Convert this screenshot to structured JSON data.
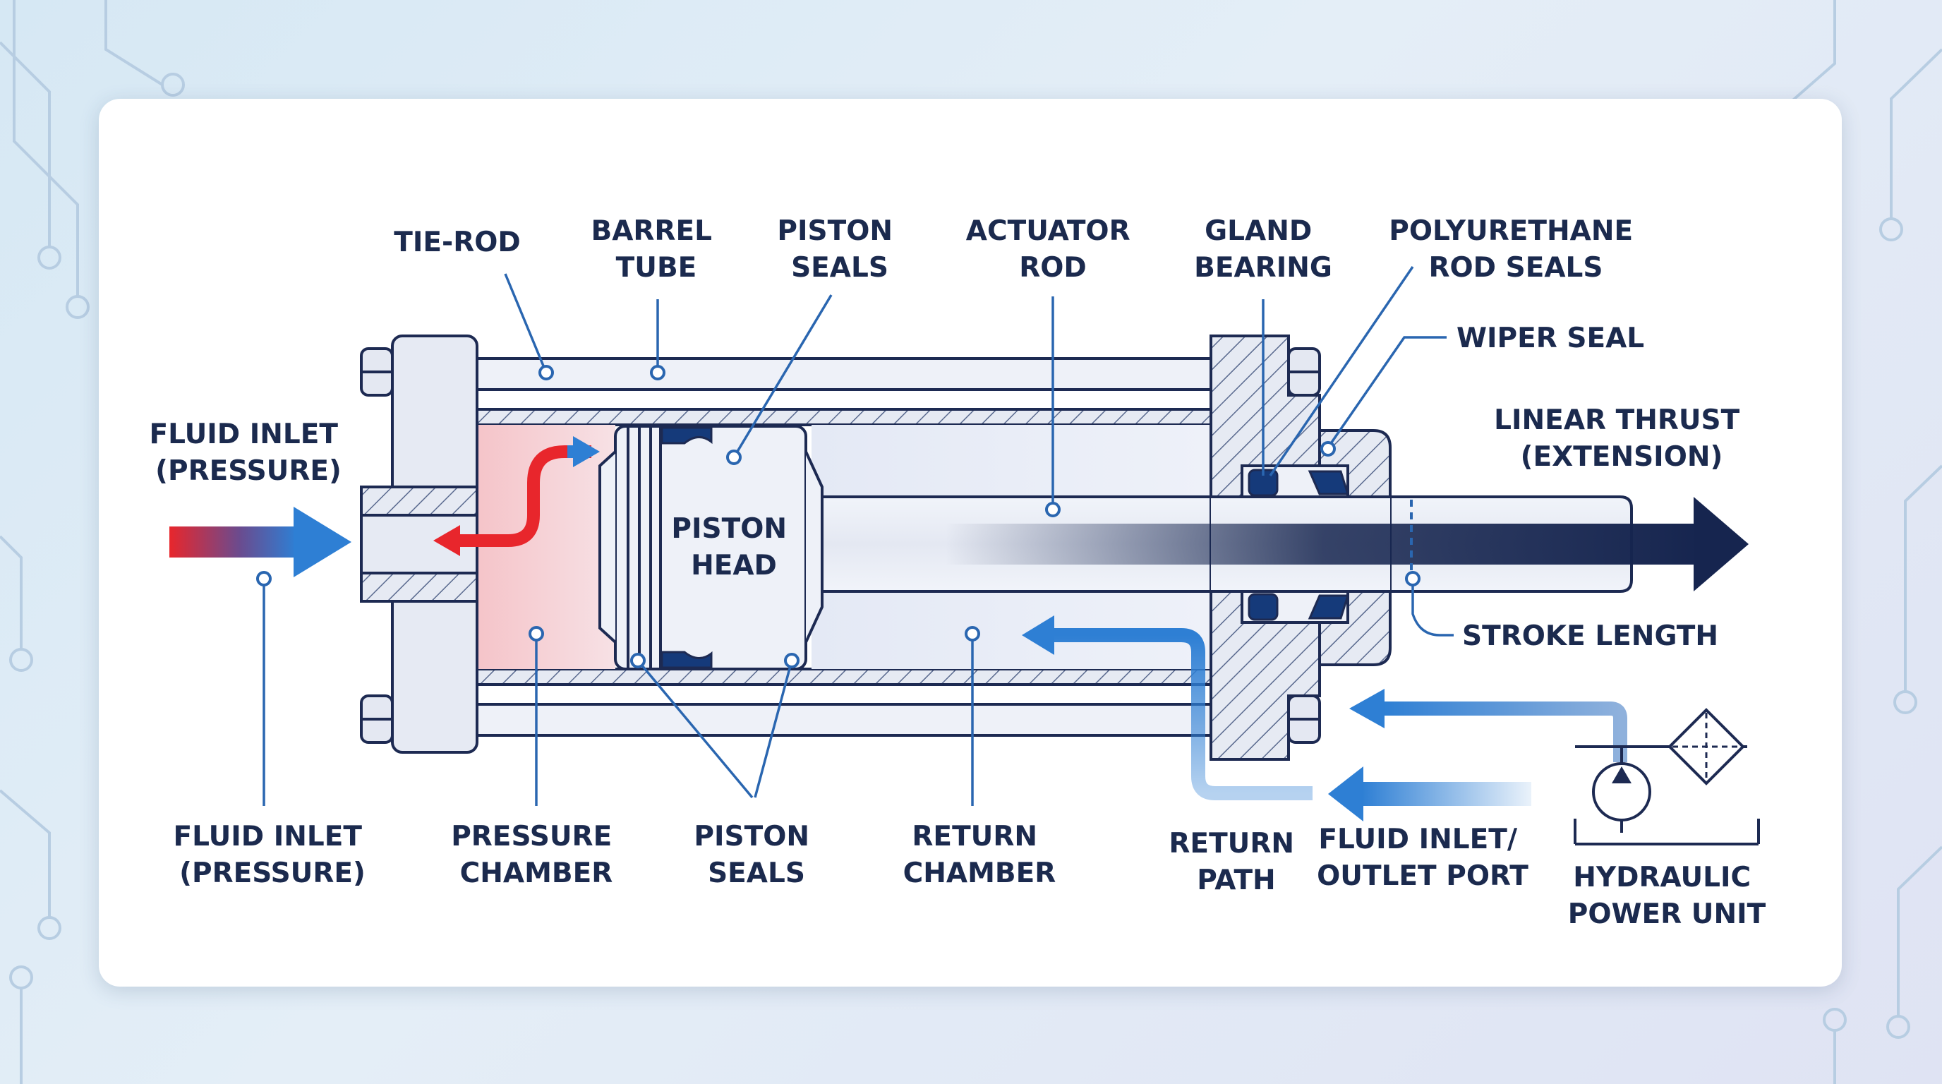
{
  "labels": {
    "tie_rod": "TIE-ROD",
    "barrel_tube": [
      "BARREL",
      "TUBE"
    ],
    "piston_seals_top": [
      "PISTON",
      "SEALS"
    ],
    "actuator_rod": [
      "ACTUATOR",
      "ROD"
    ],
    "gland_bearing": [
      "GLAND",
      "BEARING"
    ],
    "polyurethane_rod_seals": [
      "POLYURETHANE",
      "ROD SEALS"
    ],
    "wiper_seal": "WIPER SEAL",
    "linear_thrust": [
      "LINEAR THRUST",
      "(EXTENSION)"
    ],
    "fluid_inlet_left": [
      "FLUID INLET",
      "(PRESSURE)"
    ],
    "piston_head": [
      "PISTON",
      "HEAD"
    ],
    "stroke_length": "STROKE LENGTH",
    "fluid_inlet_bottom": [
      "FLUID INLET",
      "(PRESSURE)"
    ],
    "pressure_chamber": [
      "PRESSURE",
      "CHAMBER"
    ],
    "piston_seals_bottom": [
      "PISTON",
      "SEALS"
    ],
    "return_chamber": [
      "RETURN",
      "CHAMBER"
    ],
    "return_path": [
      "RETURN",
      "PATH"
    ],
    "fluid_port": [
      "FLUID INLET/",
      "OUTLET PORT"
    ],
    "hydraulic_power_unit": [
      "HYDRAULIC",
      "POWER UNIT"
    ]
  },
  "colors": {
    "outline": "#1d2a52",
    "leader": "#2a66b0",
    "pressure": "#e8262c",
    "flow_blue": "#2e7fd4",
    "navy": "#1b2a4e",
    "pressure_fill": "#f7d3d6",
    "metal": "#e9edf7"
  }
}
